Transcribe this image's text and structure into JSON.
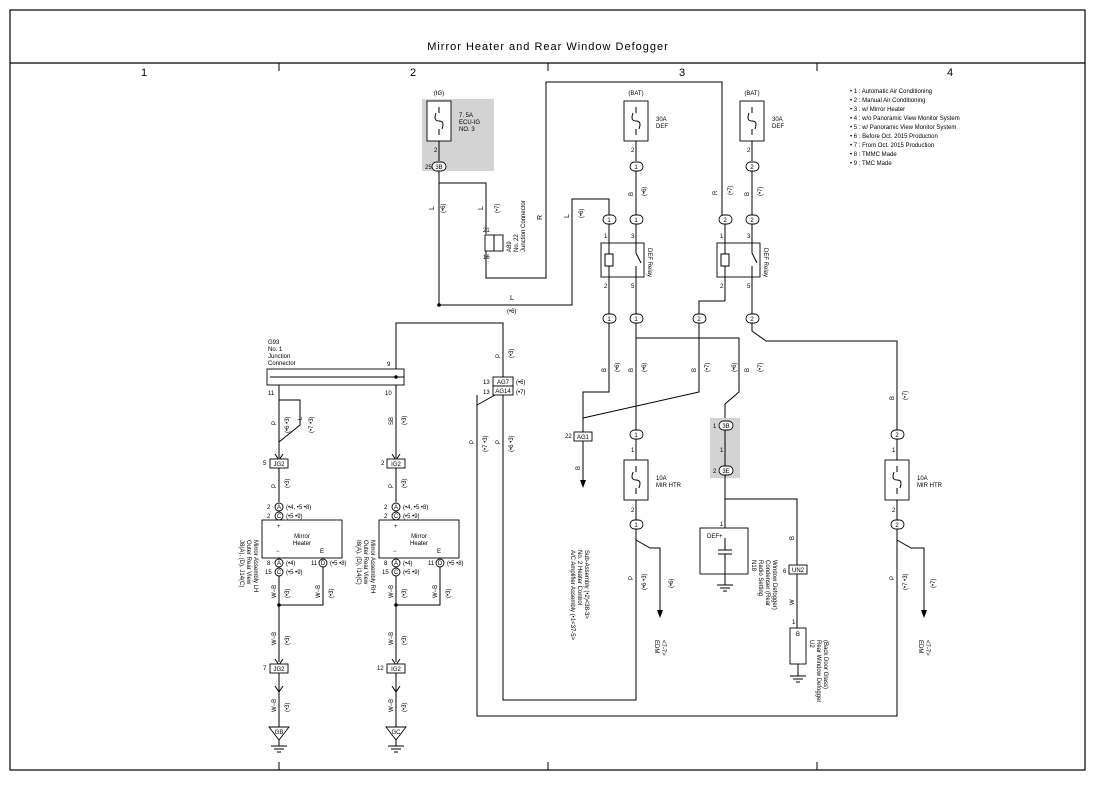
{
  "title": "Mirror Heater and Rear Window Defogger",
  "columns": [
    "1",
    "2",
    "3",
    "4"
  ],
  "notes": [
    "• 1 : Automatic Air Conditioning",
    "• 2 : Manual Air Conditioning",
    "• 3 : w/ Mirror Heater",
    "• 4 : w/o Panoramic View Monitor System",
    "• 5 : w/ Panoramic View Monitor System",
    "• 6 : Before Oct. 2015 Production",
    "• 7 : From Oct. 2015 Production",
    "• 8 : TMMC Made",
    "• 9 : TMC Made"
  ],
  "fuses": {
    "ecu_ig": {
      "source": "(IG)",
      "line1": "7. 5A",
      "line2": "ECU-IG",
      "line3": "NO. 3"
    },
    "def1": {
      "source": "(BAT)",
      "line1": "30A",
      "line2": "DEF"
    },
    "def2": {
      "source": "(BAT)",
      "line1": "30A",
      "line2": "DEF"
    },
    "mir1": {
      "line1": "10A",
      "line2": "MIR HTR"
    },
    "mir2": {
      "line1": "10A",
      "line2": "MIR HTR"
    }
  },
  "relays": {
    "relay1": "DEF Relay",
    "relay2": "DEF Relay"
  },
  "connectors": {
    "c_3b": "3B",
    "c_1a": "1",
    "c_1b": "1",
    "c_2a": "2",
    "c_2b": "2",
    "jg2": "JG2",
    "ig2": "IG2",
    "ag7": "AG7",
    "ag14": "AG14",
    "ag1": "AG1",
    "un2": "UN2",
    "m3b": "3B",
    "m3e": "3E",
    "gb": "GB",
    "gc": "GC"
  },
  "components": {
    "junction_a89": "A89\nNo. 22\nJunction Connector",
    "g93_code": "G93",
    "g93_l1": "No.  1",
    "g93_l2": "Junction",
    "g93_l3": "Connector",
    "mirror_lh_lines": [
      "J8(A), (D), J14(C)",
      "Outer Rear View",
      "Mirror Assembly LH"
    ],
    "mirror_rh_lines": [
      "I8(A), (D), I14(C)",
      "Outer Rear View",
      "Mirror Assembly RH"
    ],
    "mirror_heater": "Mirror",
    "mirror_heater2": "Heater",
    "ac_amp_lines": [
      "A/C Amplifier Assembly (•1<37-5>",
      "No. 2 Heater Control",
      "Sub-Assembly (•2)<38-3>"
    ],
    "radio_lines": [
      "N18",
      "Radio Setting",
      "Condenser (Rear",
      "Window Defogger)"
    ],
    "rear_def_lines": [
      "U2",
      "Rear Window Defogger",
      "(Back Door Glass)"
    ],
    "edm1_lines": [
      "EDM",
      "<7-7>"
    ],
    "edm2_lines": [
      "EDM",
      "<7-7>"
    ],
    "def_plus": "DEF+",
    "pin_b": "B",
    "pin_e": "E",
    "minus": "−",
    "plus": "+"
  },
  "wires": {
    "L": "L",
    "R": "R",
    "B": "B",
    "P": "P",
    "SB": "SB",
    "WB": "W−B",
    "W": "W"
  },
  "tags": {
    "s3": "(•3)",
    "s6": "(•6)",
    "s7": "(•7)",
    "s4": "(•4)",
    "s45_8": "(•4, •5 •8)",
    "s59": "(•5 •9)",
    "s58": "(•5 •8)",
    "s6s3": "(•6 •3)",
    "s7s3": "(•7 •3)"
  },
  "pins": {
    "p25": "25",
    "p2": "2",
    "p3": "3",
    "p5": "5",
    "p1": "1",
    "p21": "21",
    "p16": "16",
    "p9": "9",
    "p10": "10",
    "p11": "11",
    "p13": "13",
    "p22": "22",
    "p6": "6",
    "p7": "7",
    "p12": "12",
    "p8": "8",
    "p15": "15",
    "pA": "A",
    "pC": "C",
    "pD": "D"
  }
}
